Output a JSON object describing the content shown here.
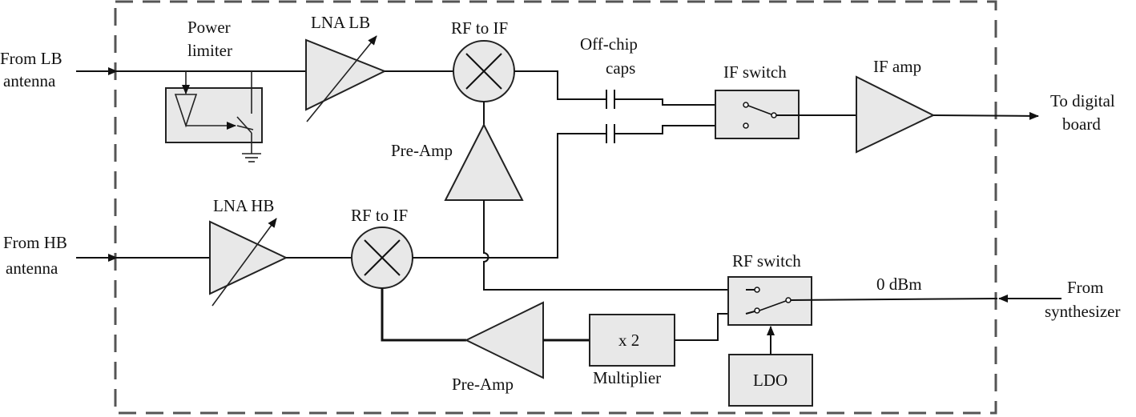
{
  "labels": {
    "from_lb_1": "From LB",
    "from_lb_2": "antenna",
    "from_hb_1": "From HB",
    "from_hb_2": "antenna",
    "power_limiter_1": "Power",
    "power_limiter_2": "limiter",
    "lna_lb": "LNA LB",
    "lna_hb": "LNA HB",
    "rf_to_if_top": "RF to IF",
    "rf_to_if_bottom": "RF to IF",
    "off_chip_1": "Off-chip",
    "off_chip_2": "caps",
    "if_switch": "IF switch",
    "if_amp": "IF amp",
    "to_digital_1": "To digital",
    "to_digital_2": "board",
    "pre_amp_top": "Pre-Amp",
    "pre_amp_bottom": "Pre-Amp",
    "rf_switch": "RF switch",
    "zero_dbm": "0 dBm",
    "from_synth_1": "From",
    "from_synth_2": "synthesizer",
    "multiplier_block": "x 2",
    "multiplier": "Multiplier",
    "ldo": "LDO"
  }
}
